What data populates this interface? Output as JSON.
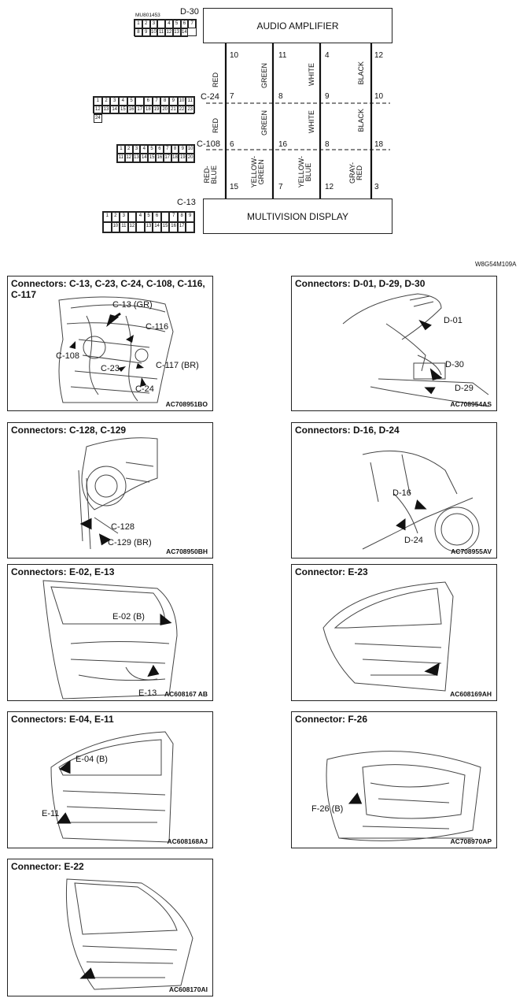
{
  "diagram": {
    "top_code": "W8G54M109A",
    "small_part_no": "MU801453",
    "amplifier": {
      "id": "D-30",
      "label": "AUDIO AMPLIFIER"
    },
    "display": {
      "id": "C-13",
      "label": "MULTIVISION DISPLAY"
    },
    "connectors": [
      {
        "id": "C-24",
        "pins": [
          "7",
          "8",
          "9",
          "10"
        ]
      },
      {
        "id": "C-108",
        "pins": [
          "6",
          "16",
          "8",
          "18"
        ]
      }
    ],
    "amp_pins": [
      "10",
      "11",
      "4",
      "12"
    ],
    "display_pins": [
      "15",
      "7",
      "12",
      "3"
    ],
    "wire_colors_upper": [
      "RED",
      "GREEN",
      "WHITE",
      "BLACK"
    ],
    "wire_colors_mid": [
      "RED",
      "GREEN",
      "WHITE",
      "BLACK"
    ],
    "wire_colors_lower": [
      "RED-\nBLUE",
      "YELLOW-\nGREEN",
      "YELLOW-\nBLUE",
      "GRAY-\nRED"
    ],
    "d30_pins": [
      "1",
      "2",
      "3",
      "",
      "4",
      "5",
      "6",
      "7",
      "8",
      "9",
      "10",
      "11",
      "12",
      "13",
      "14"
    ],
    "c24_pins": [
      "1",
      "2",
      "3",
      "4",
      "5",
      "",
      "6",
      "7",
      "8",
      "9",
      "10",
      "11",
      "12",
      "13",
      "14",
      "15",
      "16",
      "17",
      "18",
      "19",
      "20",
      "21",
      "22",
      "23",
      "24"
    ],
    "c108_pins": [
      "1",
      "2",
      "3",
      "4",
      "5",
      "6",
      "7",
      "8",
      "9",
      "10",
      "11",
      "12",
      "13",
      "14",
      "15",
      "16",
      "17",
      "18",
      "19",
      "20"
    ],
    "c13_pins": [
      "1",
      "2",
      "3",
      "",
      "4",
      "5",
      "6",
      "",
      "7",
      "8",
      "9",
      "",
      "10",
      "11",
      "12",
      "",
      "13",
      "14",
      "15",
      "16",
      "17",
      ""
    ]
  },
  "panels": [
    {
      "title": "Connectors: C-13, C-23, C-24, C-108, C-116, C-117",
      "code": "AC708951BO",
      "callouts": [
        "C-13 (GR)",
        "C-116",
        "C-108",
        "C-23",
        "C-117 (BR)",
        "C-24"
      ]
    },
    {
      "title": "Connectors: D-01, D-29, D-30",
      "code": "AC708954AS",
      "callouts": [
        "D-01",
        "D-30",
        "D-29"
      ]
    },
    {
      "title": "Connectors: C-128, C-129",
      "code": "AC708950BH",
      "callouts": [
        "C-128",
        "C-129 (BR)"
      ]
    },
    {
      "title": "Connectors: D-16, D-24",
      "code": "AC708955AV",
      "callouts": [
        "D-16",
        "D-24"
      ]
    },
    {
      "title": "Connectors: E-02, E-13",
      "code": "AC608167 AB",
      "callouts": [
        "E-02 (B)",
        "E-13"
      ]
    },
    {
      "title": "Connector: E-23",
      "code": "AC608169AH",
      "callouts": []
    },
    {
      "title": "Connectors: E-04, E-11",
      "code": "AC608168AJ",
      "callouts": [
        "E-04 (B)",
        "E-11"
      ]
    },
    {
      "title": "Connector: F-26",
      "code": "AC708970AP",
      "callouts": [
        "F-26 (B)"
      ]
    },
    {
      "title": "Connector: E-22",
      "code": "AC608170AI",
      "callouts": []
    }
  ]
}
